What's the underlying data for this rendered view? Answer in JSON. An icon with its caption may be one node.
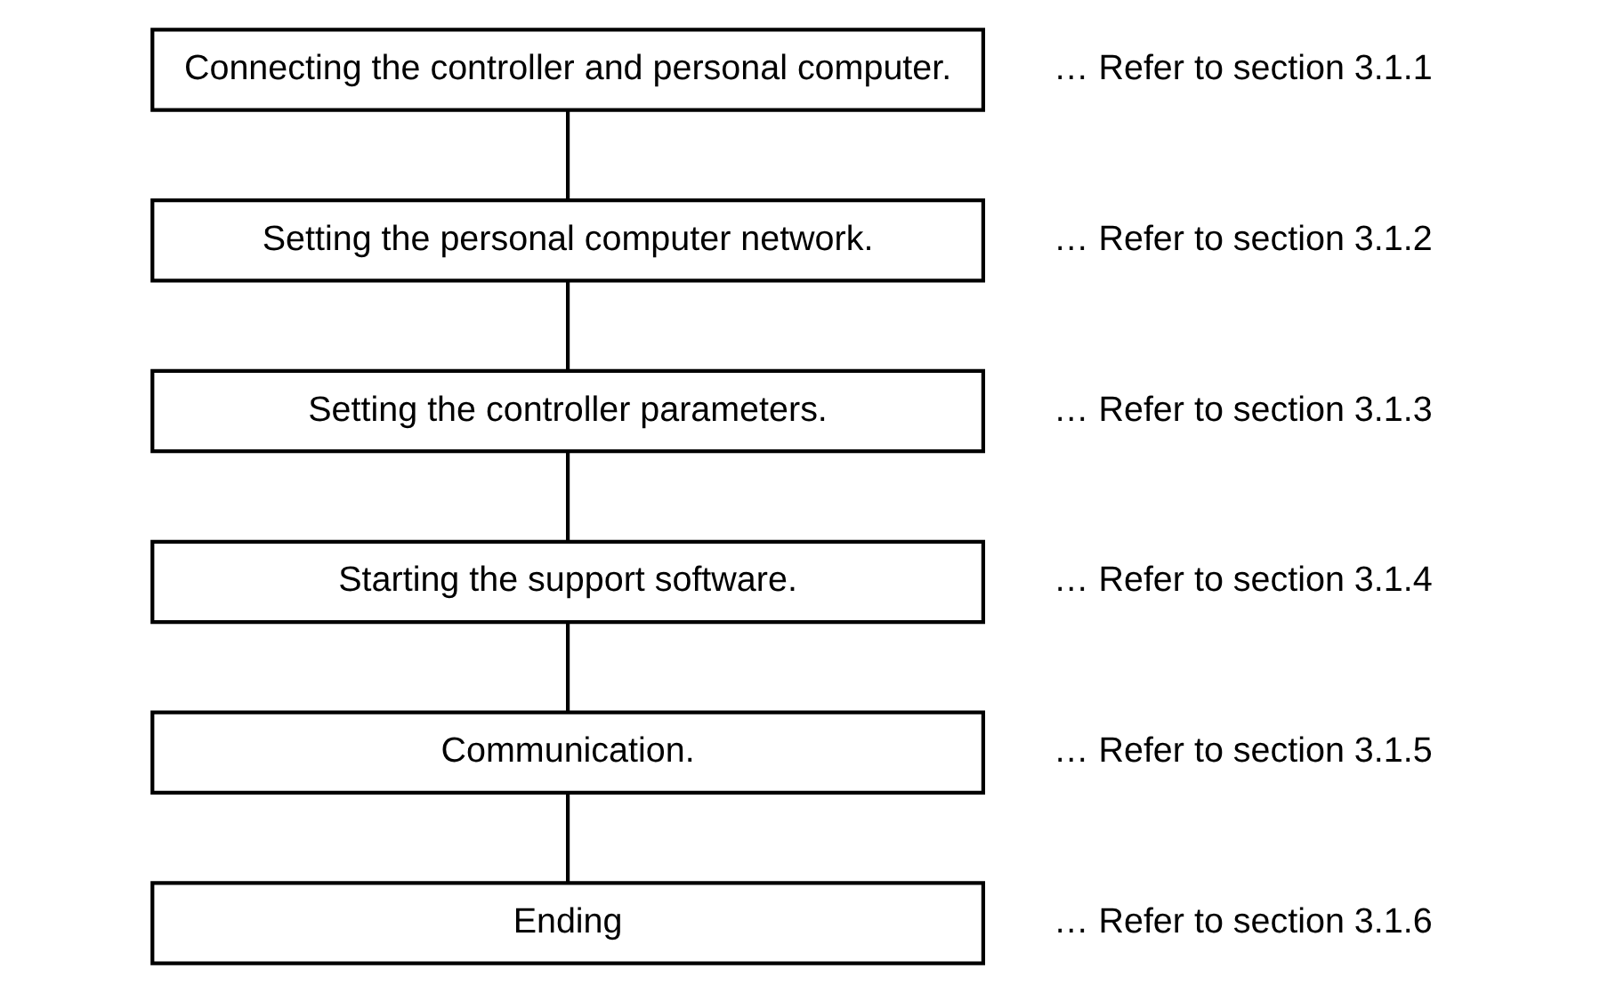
{
  "diagram": {
    "nodes": [
      {
        "text": [
          "Connecting the controller and personal computer."
        ],
        "beside": [
          "… Refer to section 3.1.1"
        ]
      },
      {
        "text": [
          "Setting the personal computer network."
        ],
        "beside": [
          "… Refer to section 3.1.2"
        ]
      },
      {
        "text": [
          "Setting the controller parameters."
        ],
        "beside": [
          "… Refer to section 3.1.3"
        ]
      },
      {
        "text": [
          "Starting the support software."
        ],
        "beside": [
          "… Refer to section 3.1.4"
        ]
      },
      {
        "text": [
          "Communication."
        ],
        "beside": [
          "… Refer to section 3.1.5"
        ]
      },
      {
        "text": [
          "Ending"
        ],
        "beside": [
          "… Refer to section 3.1.6"
        ]
      }
    ],
    "edges": [
      {
        "from": 0,
        "to": 1,
        "arrow": "none"
      },
      {
        "from": 1,
        "to": 2,
        "arrow": "none"
      },
      {
        "from": 2,
        "to": 3,
        "arrow": "none"
      },
      {
        "from": 3,
        "to": 4,
        "arrow": "none"
      },
      {
        "from": 4,
        "to": 5,
        "arrow": "none"
      }
    ]
  }
}
